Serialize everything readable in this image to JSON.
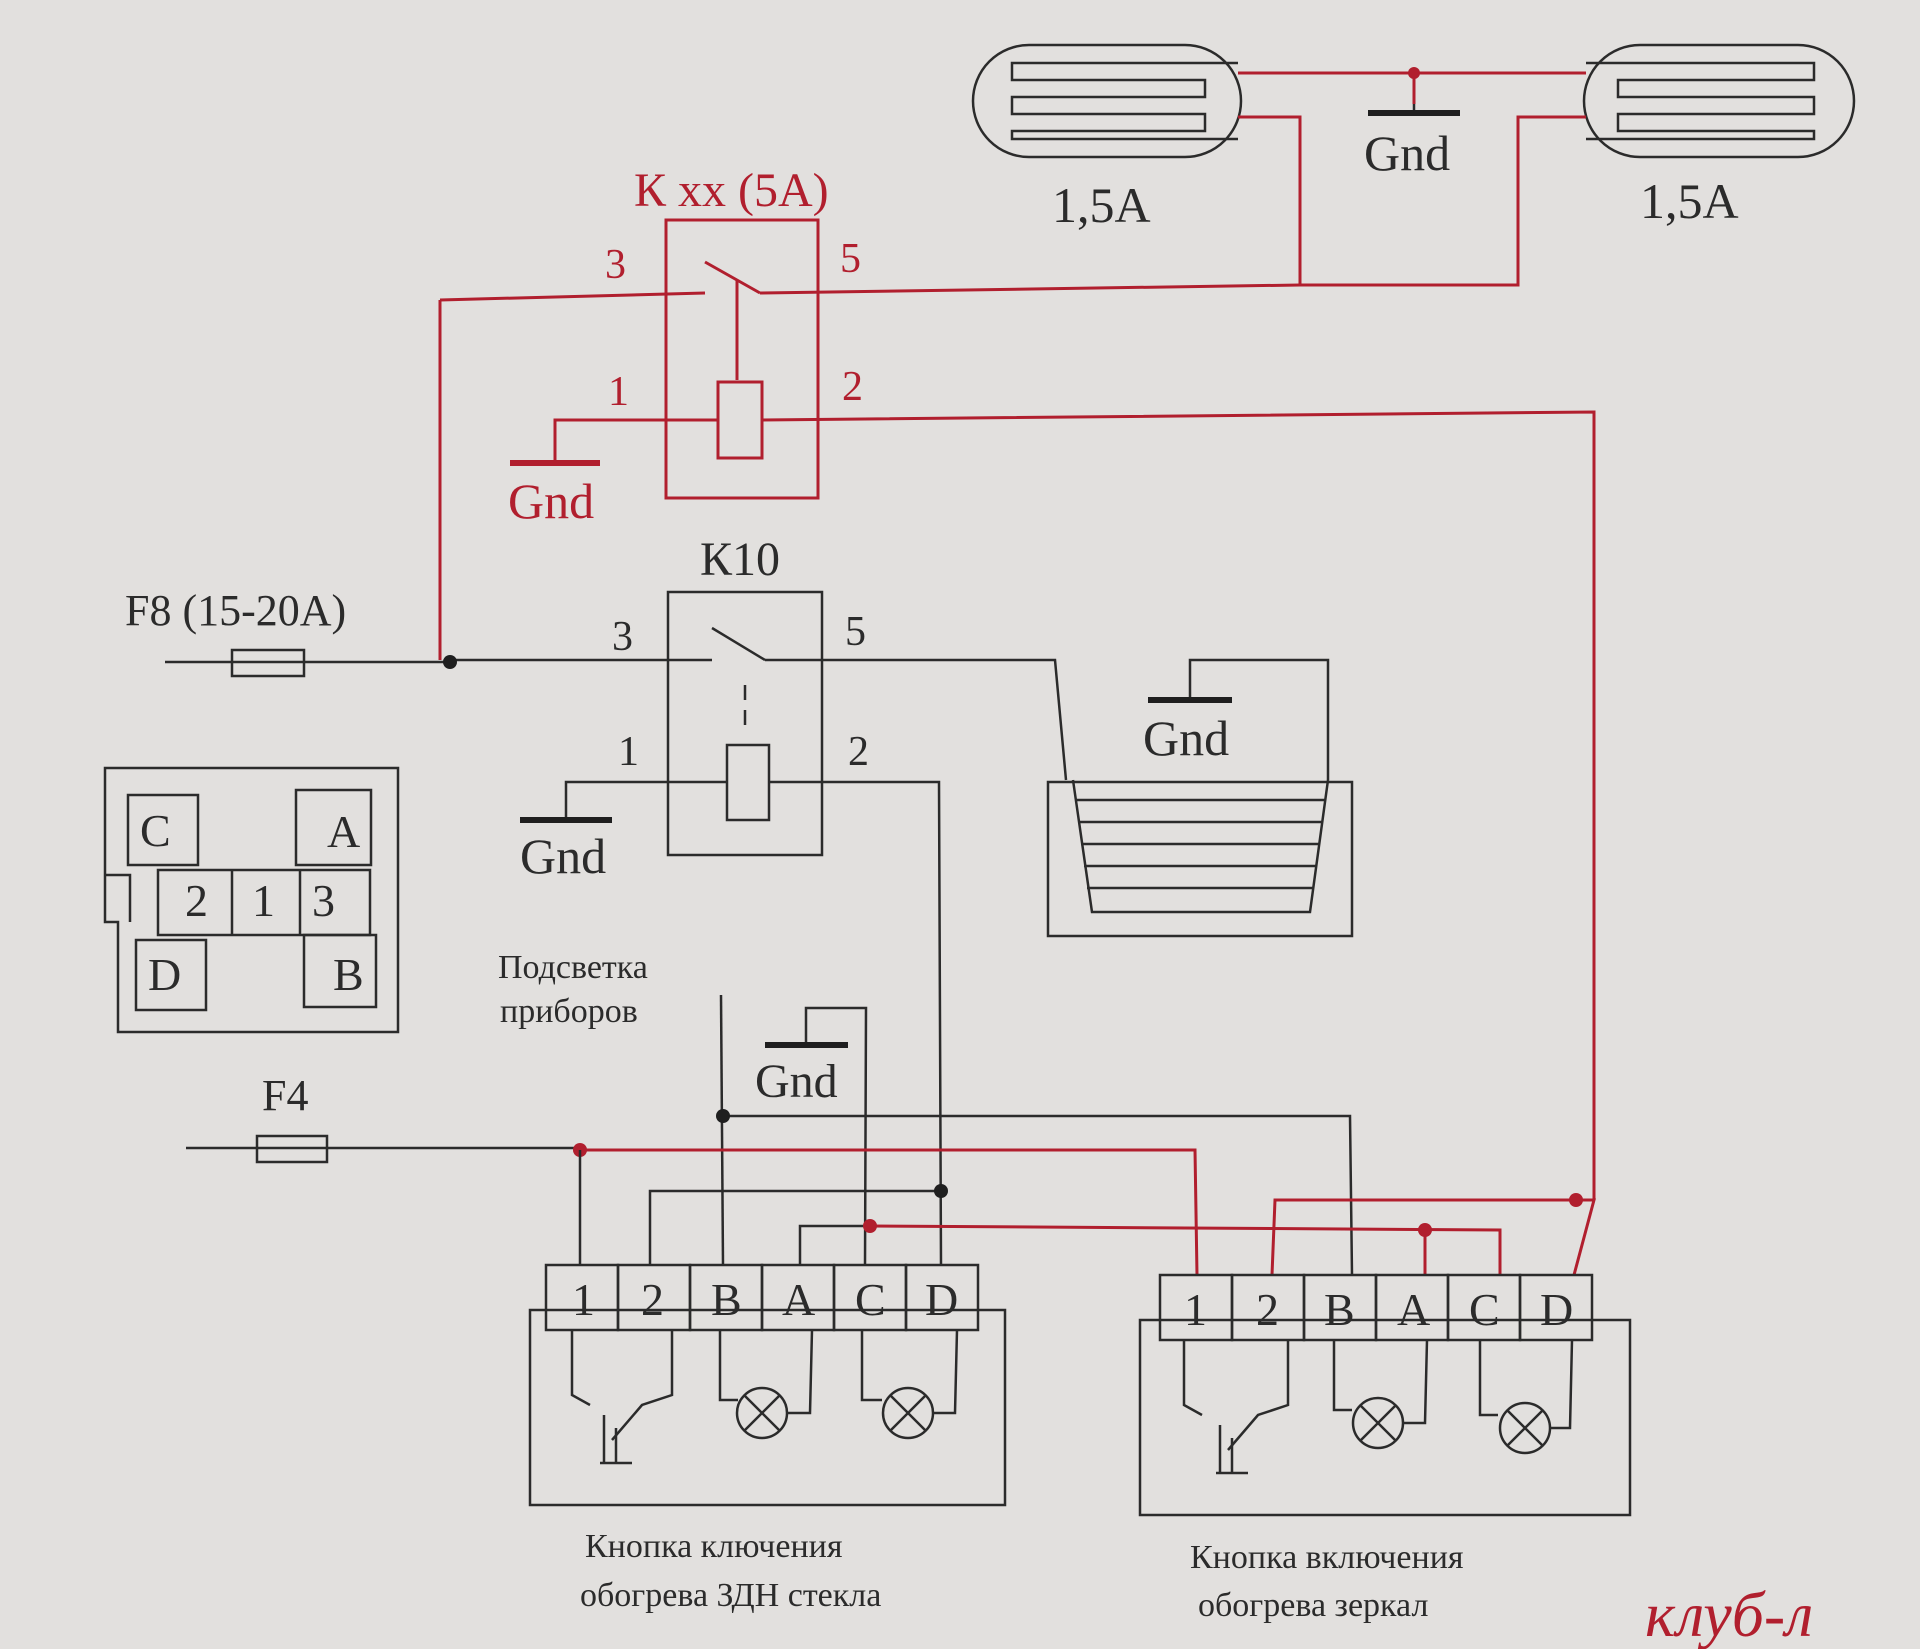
{
  "colors": {
    "background": "#e2e0de",
    "wire_red": "#b11f2e",
    "wire_black": "#2b2b2b"
  },
  "icons": [
    "fuse-icon",
    "ground-icon",
    "lamp-icon",
    "relay-coil-icon",
    "switch-contact-icon",
    "heater-grid-icon",
    "push-button-icon"
  ],
  "heaters": {
    "left_current": "1,5А",
    "right_current": "1,5А",
    "ground": "Gnd"
  },
  "relay_kxx": {
    "title": "К хх (5А)",
    "pin3": "3",
    "pin5": "5",
    "pin1": "1",
    "pin2": "2",
    "ground": "Gnd"
  },
  "relay_k10": {
    "title": "К10",
    "pin3": "3",
    "pin5": "5",
    "pin1": "1",
    "pin2": "2",
    "ground": "Gnd"
  },
  "fuse_f8": {
    "label": "F8 (15-20А)"
  },
  "fuse_f4": {
    "label": "F4"
  },
  "rear_heater": {
    "ground": "Gnd"
  },
  "connector_pinout": {
    "c": "C",
    "a": "A",
    "d": "D",
    "b": "B",
    "p2": "2",
    "p1": "1",
    "p3": "3"
  },
  "backlight": {
    "line1": "Подсветка",
    "line2": "приборов",
    "ground": "Gnd"
  },
  "button_rear_window": {
    "pins": [
      "1",
      "2",
      "B",
      "A",
      "C",
      "D"
    ],
    "caption_line1": "Кнопка ключения",
    "caption_line2": "обогрева ЗДН стекла"
  },
  "button_mirrors": {
    "pins": [
      "1",
      "2",
      "B",
      "A",
      "C",
      "D"
    ],
    "caption_line1": "Кнопка включения",
    "caption_line2": "обогрева зеркал"
  },
  "watermark": "клуб-л"
}
